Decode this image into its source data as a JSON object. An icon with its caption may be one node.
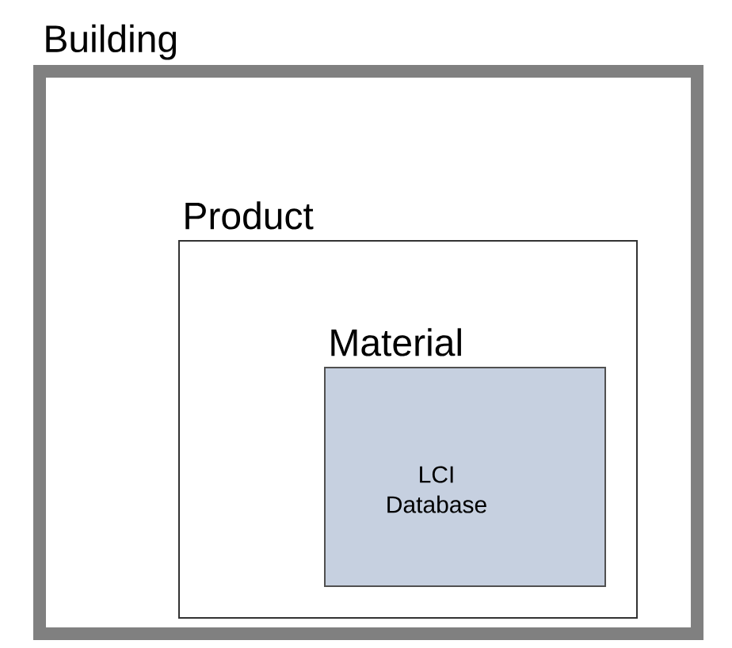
{
  "diagram": {
    "nodes": [
      {
        "text": [
          "Building"
        ]
      },
      {
        "text": [
          "Product"
        ],
        "in": 0
      },
      {
        "text": [
          "Material",
          "LCI Database"
        ],
        "in": 1
      }
    ]
  }
}
